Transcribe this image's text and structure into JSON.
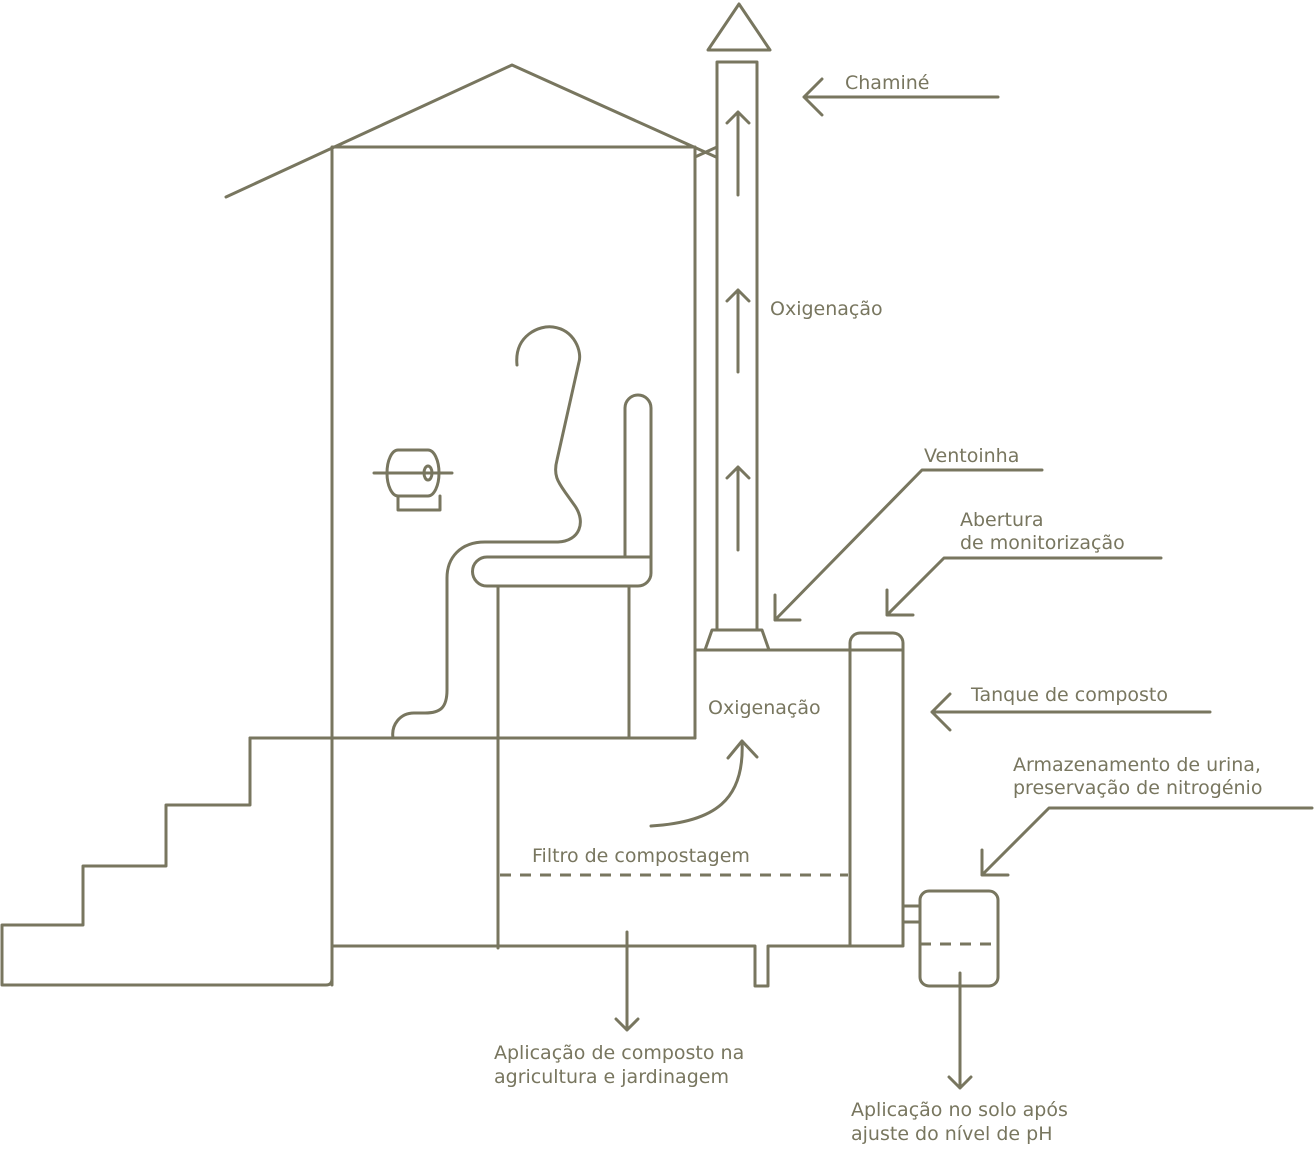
{
  "diagram": {
    "title": "Sanita de compostagem",
    "color": "#78765f",
    "labels": {
      "chimney": "Chaminé",
      "oxygenation_chimney": "Oxigenação",
      "fan": "Ventoinha",
      "monitoring_opening_line1": "Abertura",
      "monitoring_opening_line2": "de monitorização",
      "compost_tank": "Tanque de composto",
      "oxygenation_tank": "Oxigenação",
      "urine_storage_line1": "Armazenamento de urina,",
      "urine_storage_line2": "preservação de nitrogénio",
      "compost_filter": "Filtro de compostagem",
      "compost_application_line1": "Aplicação de composto na",
      "compost_application_line2": "agricultura e jardinagem",
      "soil_application_line1": "Aplicação no solo após",
      "soil_application_line2": "ajuste do nível de pH"
    },
    "components": [
      "house-roof",
      "house-wall",
      "person-seated",
      "toilet-seat",
      "toilet-paper",
      "stairs",
      "chimney",
      "fan",
      "monitoring-hatch",
      "compost-tank",
      "compost-filter",
      "drain-pipe",
      "urine-tank"
    ]
  }
}
